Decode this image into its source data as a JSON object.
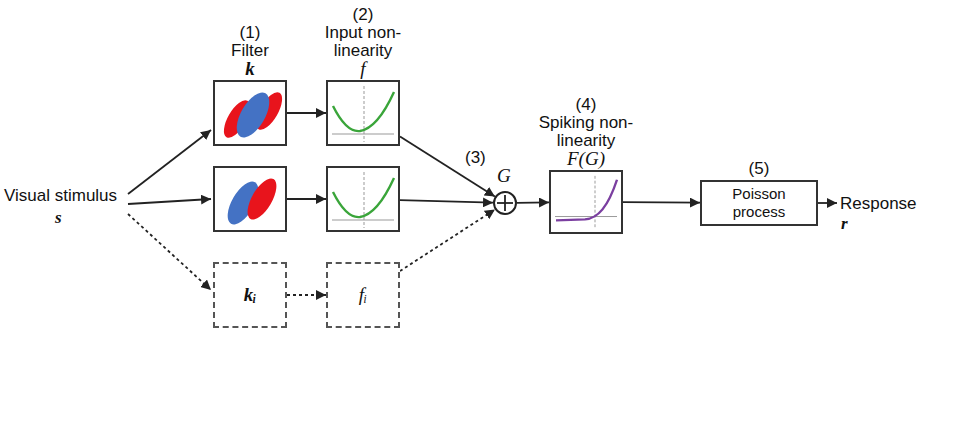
{
  "diagram": {
    "nodes": [
      {
        "text": [
          "(1)",
          "Filter",
          "k"
        ]
      },
      {
        "text": [
          "(2)",
          "Input non-linearity",
          "f"
        ]
      },
      {
        "text": []
      },
      {
        "text": []
      },
      {
        "text": [
          "kᵢ"
        ]
      },
      {
        "text": [
          "fᵢ"
        ]
      },
      {
        "text": [
          "(3)",
          "G"
        ]
      },
      {
        "text": [
          "(4)",
          "Spiking non-linearity",
          "F(G)"
        ]
      },
      {
        "text": [
          "(5)",
          "Poisson process"
        ]
      }
    ],
    "edges": [
      {
        "from": 0,
        "to": 1,
        "arrow": "to"
      },
      {
        "from": 2,
        "to": 3,
        "arrow": "to"
      },
      {
        "from": 4,
        "to": 5,
        "arrow": "to"
      },
      {
        "from": 1,
        "to": 6,
        "arrow": "to"
      },
      {
        "from": 3,
        "to": 6,
        "arrow": "to"
      },
      {
        "from": 5,
        "to": 6,
        "arrow": "to"
      },
      {
        "from": 6,
        "to": 7,
        "arrow": "to"
      },
      {
        "from": 7,
        "to": 8,
        "arrow": "to"
      }
    ],
    "labels": [
      "Visual stimulus",
      "s",
      "Response",
      "r"
    ]
  }
}
